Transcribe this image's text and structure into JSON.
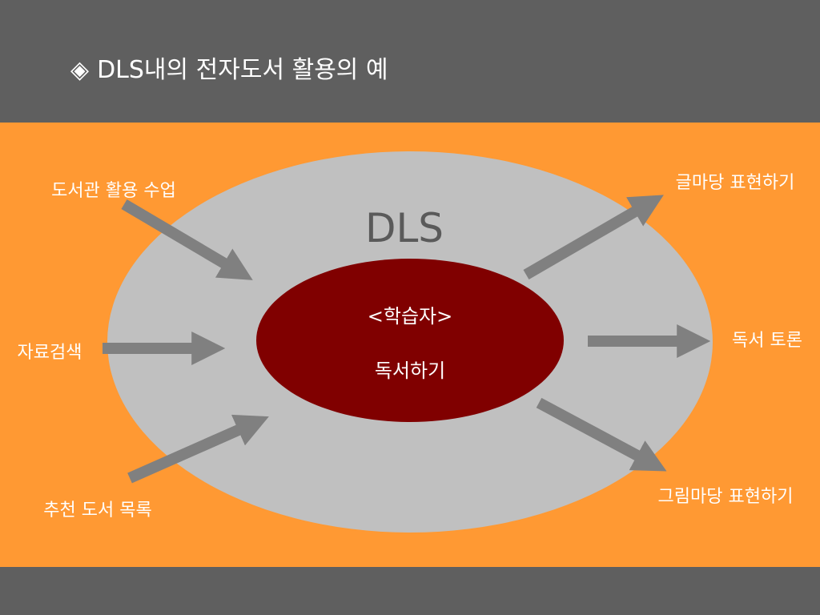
{
  "title": {
    "bullet": "◈",
    "text": "DLS내의 전자도서 활용의 예"
  },
  "diagram": {
    "outer_label": "DLS",
    "center_line1": "<학습자>",
    "center_line2": "독서하기",
    "inputs": [
      "도서관 활용 수업",
      "자료검색",
      "추천 도서 목록"
    ],
    "outputs": [
      "글마당 표현하기",
      "독서 토론",
      "그림마당 표현하기"
    ]
  },
  "colors": {
    "band": "#5f5f5f",
    "background": "#ff9933",
    "outer_ellipse": "#c0c0c0",
    "center_ellipse": "#800000",
    "arrow": "#808080",
    "text_light": "#ffffff",
    "dls_text": "#5a5a5a"
  }
}
